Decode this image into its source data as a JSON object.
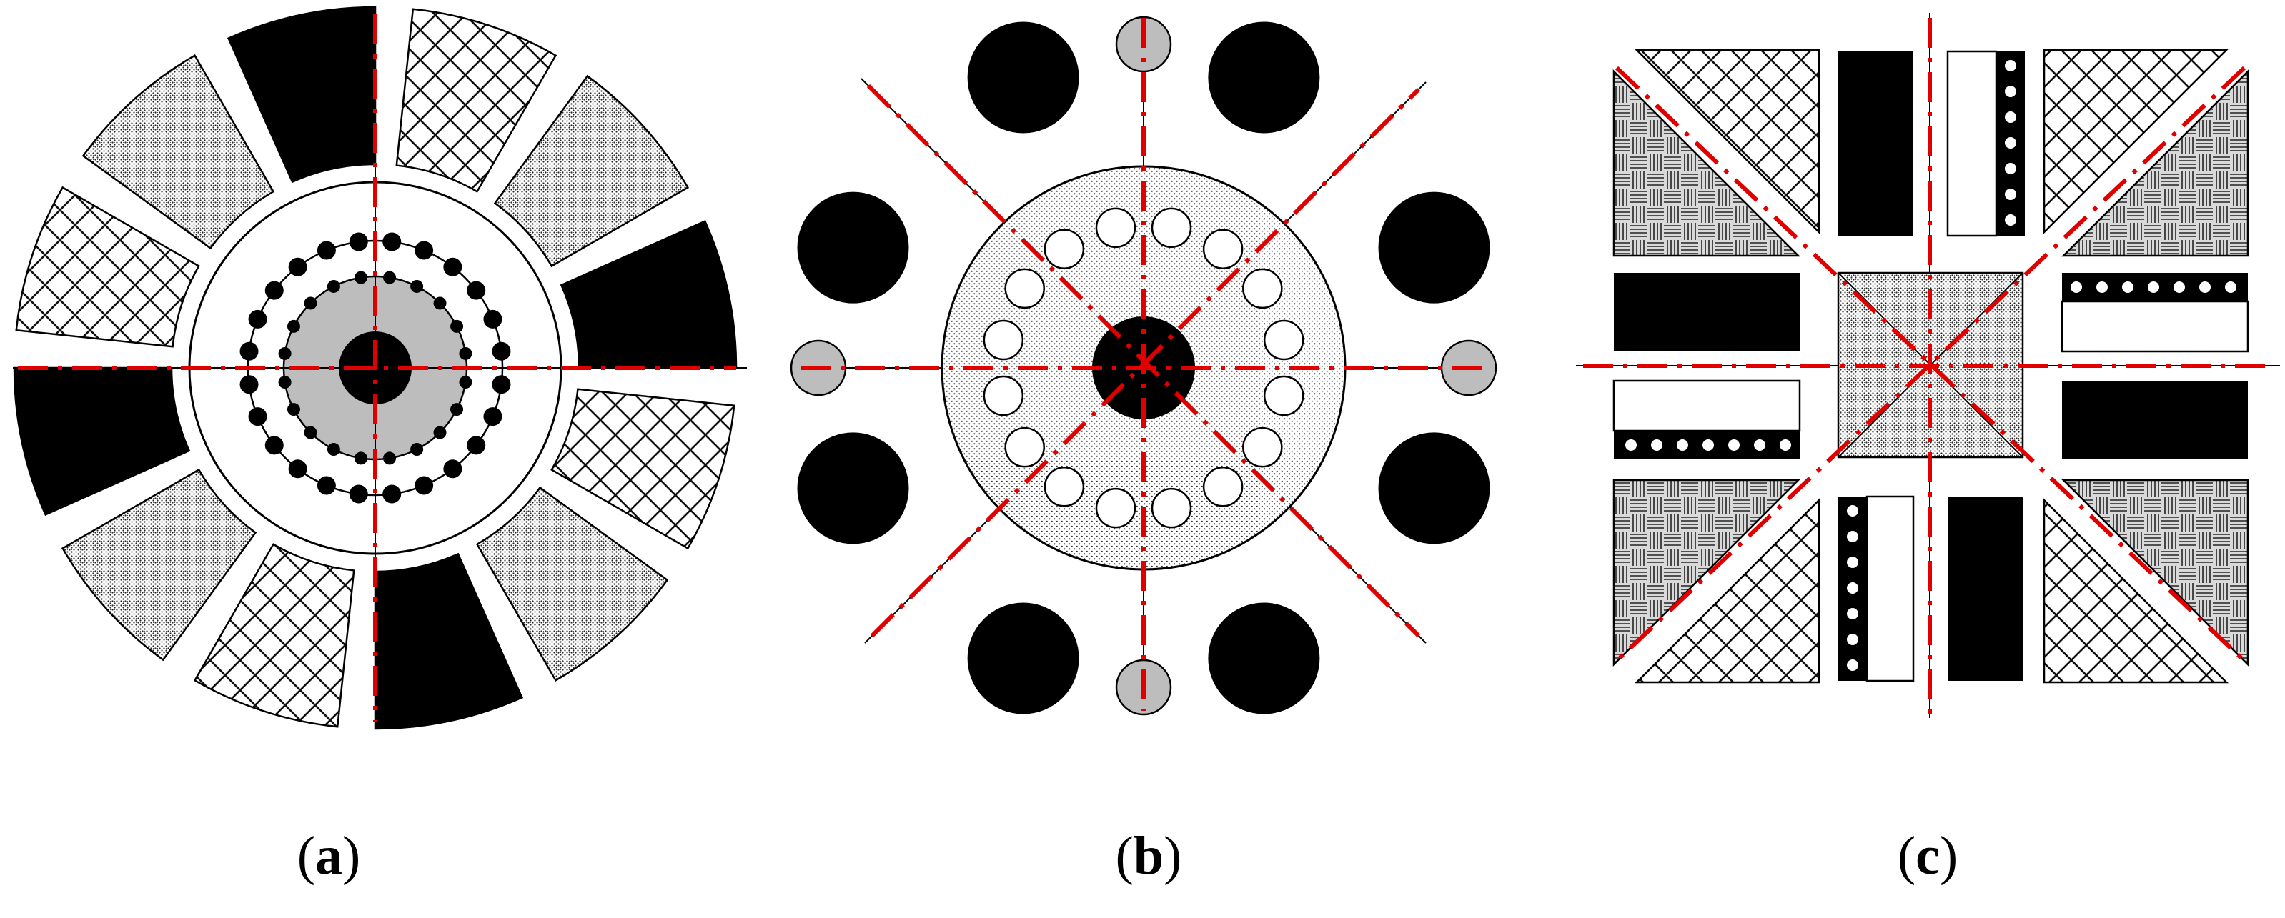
{
  "panels": [
    {
      "id": "a",
      "caption": {
        "open": "(",
        "letter": "a",
        "close": ")"
      }
    },
    {
      "id": "b",
      "caption": {
        "open": "(",
        "letter": "b",
        "close": ")"
      }
    },
    {
      "id": "c",
      "caption": {
        "open": "(",
        "letter": "c",
        "close": ")"
      }
    }
  ],
  "colors": {
    "black": "#000000",
    "gray": "#bdbdbd",
    "white": "#ffffff",
    "axis": "#e00000",
    "outline": "#000000"
  }
}
